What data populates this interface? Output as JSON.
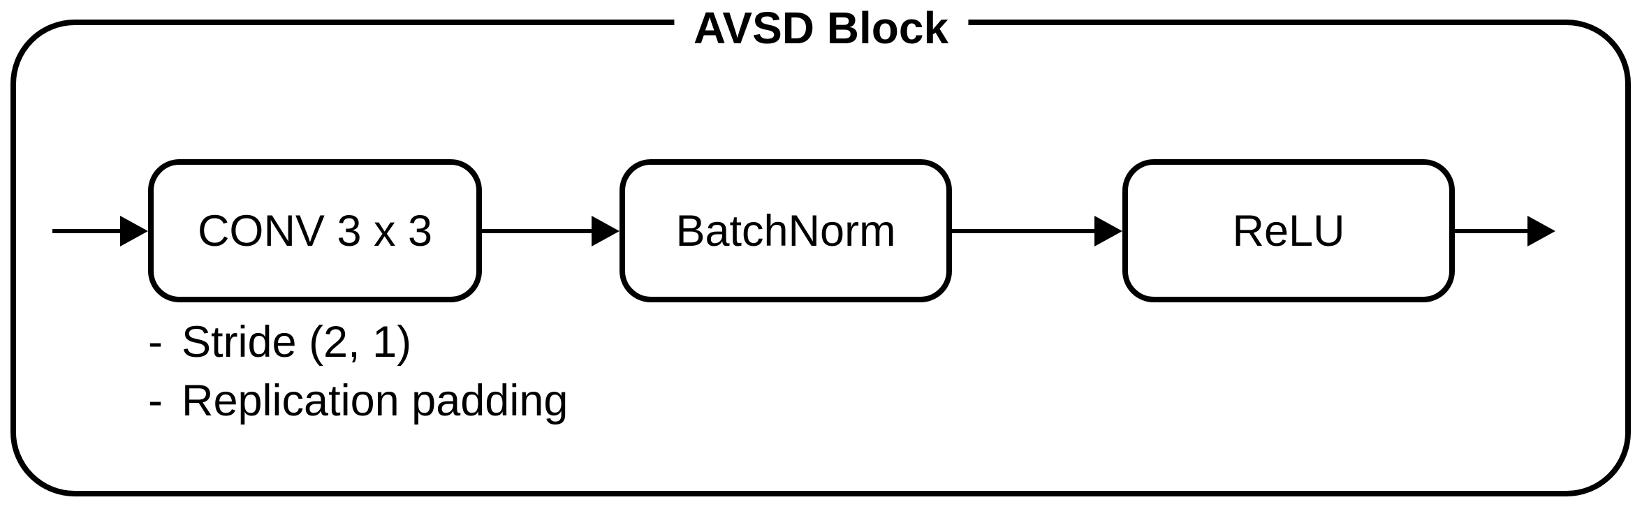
{
  "diagram": {
    "title": "AVSD Block",
    "blocks": [
      {
        "id": "conv",
        "label": "CONV 3 x 3"
      },
      {
        "id": "batchnorm",
        "label": "BatchNorm"
      },
      {
        "id": "relu",
        "label": "ReLU"
      }
    ],
    "conv_notes": [
      {
        "bullet": "-",
        "text": "Stride (2, 1)"
      },
      {
        "bullet": "-",
        "text": "Replication padding"
      }
    ],
    "arrows": [
      {
        "from": "input",
        "to": "conv"
      },
      {
        "from": "conv",
        "to": "batchnorm"
      },
      {
        "from": "batchnorm",
        "to": "relu"
      },
      {
        "from": "relu",
        "to": "output"
      }
    ],
    "colors": {
      "stroke": "#000000",
      "background": "#ffffff"
    }
  }
}
